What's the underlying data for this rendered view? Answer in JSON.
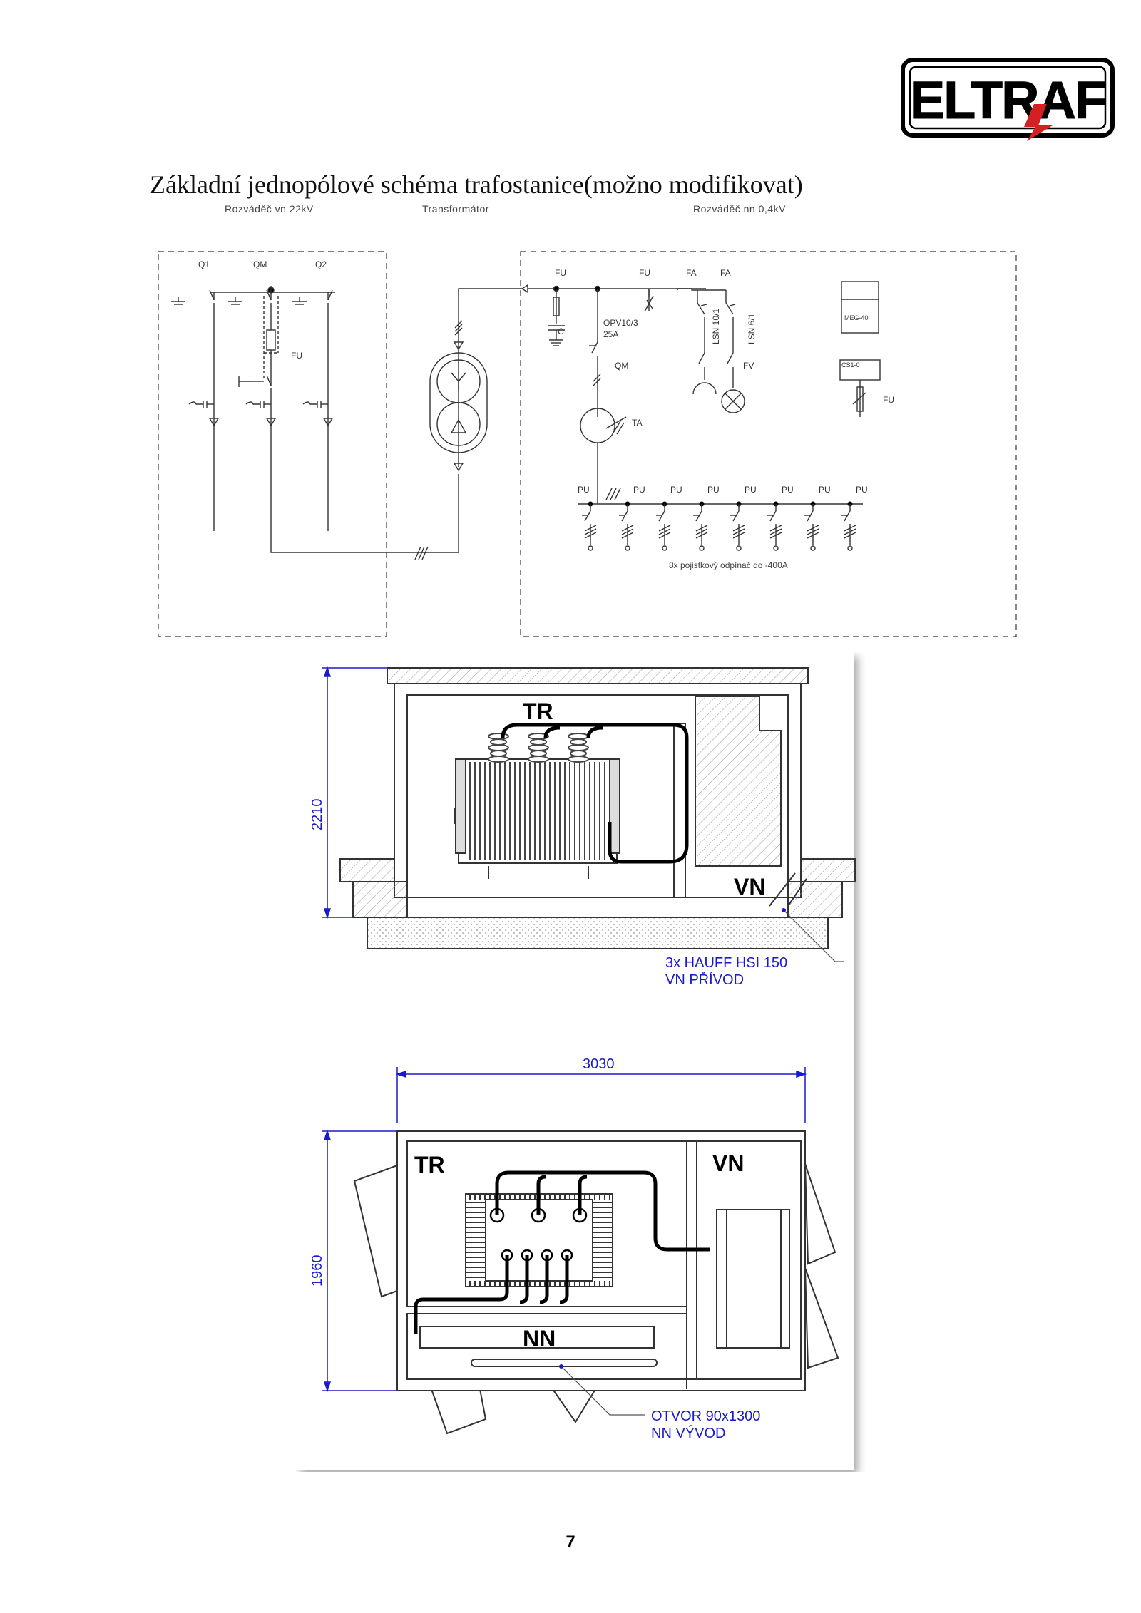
{
  "logo": {
    "text": "ELTRAF"
  },
  "title": "Základní jednopólové schéma trafostanice(možno modifikovat)",
  "section_labels": {
    "hv_switchboard": "Rozváděč vn 22kV",
    "transformer": "Transformátor",
    "lv_switchboard": "Rozváděč nn 0,4kV"
  },
  "schematic": {
    "hv": {
      "q1": "Q1",
      "qm": "QM",
      "q2": "Q2",
      "fu": "FU"
    },
    "lv": {
      "fu1": "FU",
      "fu2": "FU",
      "fa1": "FA",
      "fa2": "FA",
      "c": "C",
      "opv": "OPV10/3",
      "opv_current": "25A",
      "qm": "QM",
      "ta": "TA",
      "lsn10": "LSN 10/1",
      "lsn6": "LSN 6/1",
      "fv": "FV",
      "meg": "MEG-40",
      "cs": "CS1-0",
      "fu3": "FU",
      "pu_labels": [
        "PU",
        "PU",
        "PU",
        "PU",
        "PU",
        "PU",
        "PU",
        "PU"
      ],
      "fuse_note": "8x pojistkový odpínač do -400A"
    }
  },
  "drawing": {
    "side": {
      "tr": "TR",
      "vn": "VN",
      "height_dim": "2210",
      "callout_line1": "3x HAUFF HSI 150",
      "callout_line2": "VN PŘÍVOD"
    },
    "top": {
      "width_dim": "3030",
      "depth_dim": "1960",
      "tr": "TR",
      "vn": "VN",
      "nn": "NN",
      "callout_line1": "OTVOR 90x1300",
      "callout_line2": "NN VÝVOD"
    }
  },
  "colors": {
    "dimension": "#1a1acc",
    "logo_red": "#d42020"
  },
  "page_number": "7"
}
